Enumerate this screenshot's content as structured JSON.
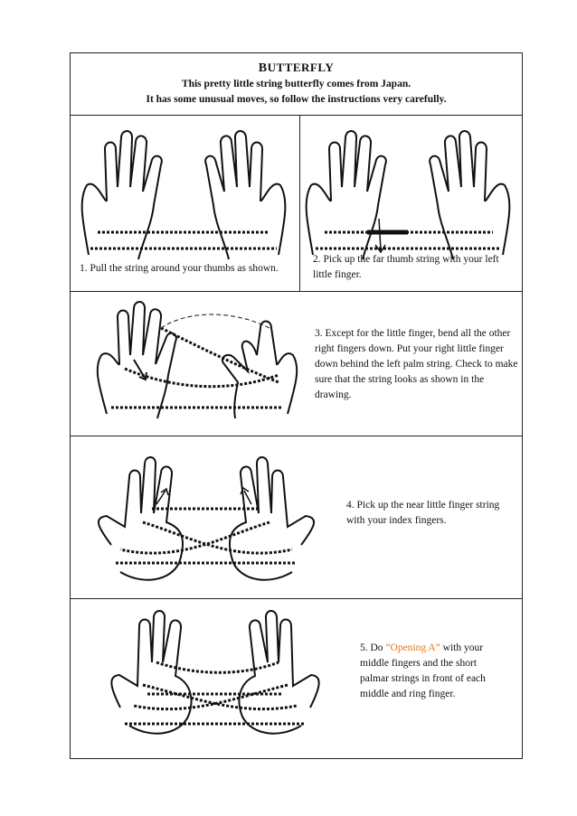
{
  "header": {
    "title": "Butterfly",
    "title_initial": "B",
    "title_rest": "UTTERFLY",
    "line1": "This pretty little string butterfly comes from Japan.",
    "line2": "It has some unusual moves, so follow the instructions very carefully."
  },
  "steps": [
    {
      "text": "1. Pull the string around your thumbs as shown."
    },
    {
      "text": "2. Pick up the far thumb string with your left little finger."
    },
    {
      "text": "3. Except for the little finger, bend all the other right fingers down. Put your right little finger down behind the left palm string. Check to make sure that the string looks as shown in the drawing."
    },
    {
      "text": "4. Pick up the near little finger string with your index fingers."
    },
    {
      "pre": "5. Do ",
      "link": "“Opening A”",
      "post": " with your middle fingers and the short palmar strings in front of each middle and ring finger."
    }
  ],
  "colors": {
    "link": "#e07a1b",
    "ink": "#111111"
  }
}
